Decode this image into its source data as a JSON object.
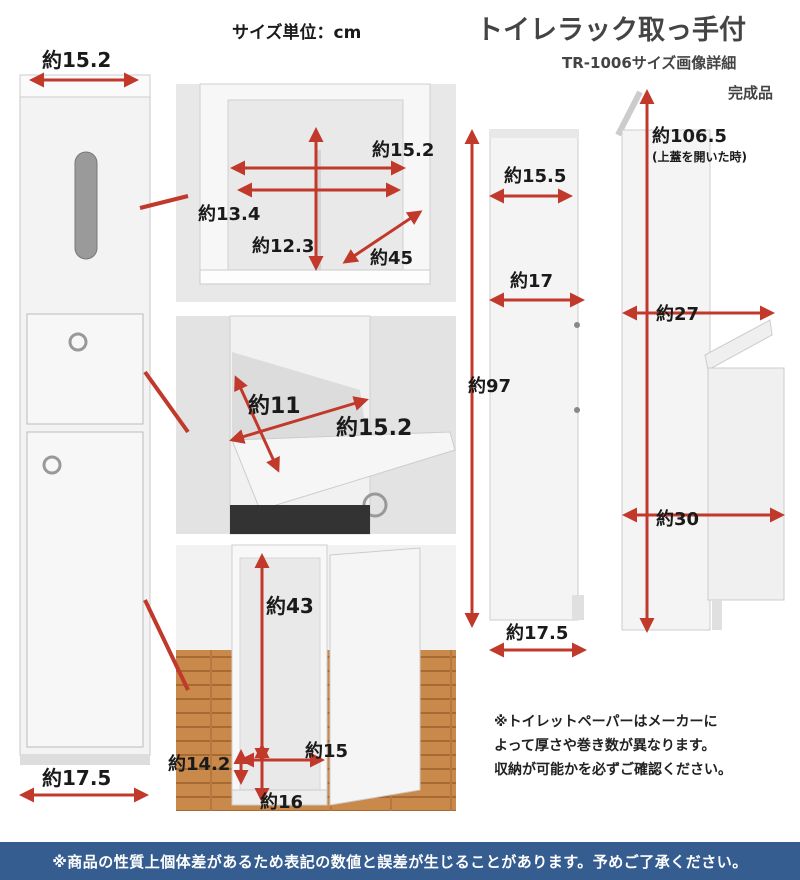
{
  "header": {
    "unit_label": "サイズ単位：cm",
    "title": "トイレラック取っ手付",
    "subtitle": "TR-1006サイズ画像詳細",
    "subtitle2": "完成品"
  },
  "dimensions": {
    "top_width": "約15.2",
    "bottom_width": "約17.5",
    "inner_width": "約15.2",
    "inner_depth": "約13.4",
    "inner_height": "約12.3",
    "inner_diag": "約45",
    "drawer_depth": "約11",
    "drawer_width": "約15.2",
    "cabinet_height": "約43",
    "cabinet_width": "約15",
    "floor_gap": "約14.2",
    "base_height": "約16",
    "side_top_depth": "約15.5",
    "side_mid_depth": "約17",
    "side_height": "約97",
    "side_bottom_depth": "約17.5",
    "open_height": "約106.5",
    "open_height_note": "(上蓋を開いた時)",
    "open_mid_depth": "約27",
    "open_bottom_depth": "約30"
  },
  "note": {
    "line1": "※トイレットペーパーはメーカーに",
    "line2": "よって厚さや巻き数が異なります。",
    "line3": "収納が可能かを必ずご確認ください。"
  },
  "footer": {
    "text": "※商品の性質上個体差があるため表記の数値と誤差が生じることがあります。予めご了承ください。"
  },
  "colors": {
    "accent_red": "#c0392b",
    "footer_blue": "#355d90",
    "furniture_white": "#f2f2f2",
    "photo_grey": "#e4e4e4",
    "wood_floor": "#c9894a"
  }
}
